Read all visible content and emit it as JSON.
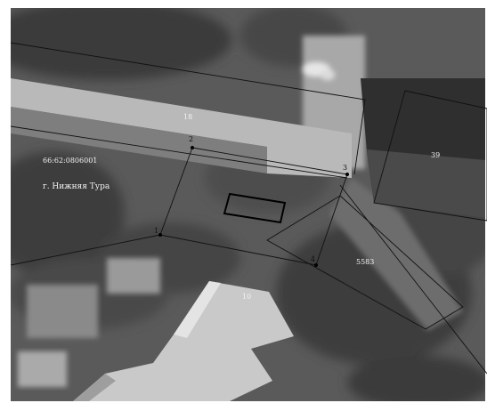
{
  "map": {
    "cadastral_block": "66:62:0806001",
    "locality": "г. Нижняя Тура",
    "building_labels": [
      "18",
      "39",
      "10"
    ],
    "parcel_label": "5583",
    "point_labels": [
      "1",
      "2",
      "3",
      "4"
    ],
    "colors": {
      "frame": "#ffffff",
      "boundary_line": "#111111",
      "label_text": "#f2f2f2",
      "aerial_dark": "#3e3e3e",
      "aerial_light": "#bdbdbd"
    }
  }
}
